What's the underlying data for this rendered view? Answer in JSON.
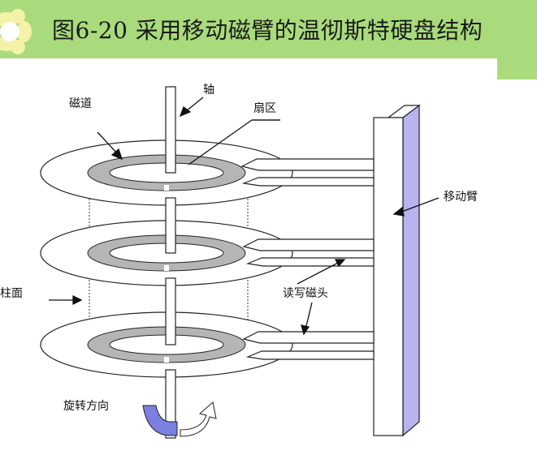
{
  "title": "图6-20 采用移动磁臂的温彻斯特硬盘结构",
  "labels": {
    "axis": "轴",
    "track": "磁道",
    "sector": "扇区",
    "arm": "移动臂",
    "cylinder": "柱面",
    "head": "读写磁头",
    "rotation": "旋转方向"
  },
  "colors": {
    "title_bg": "#a9db7c",
    "arm": "#b9b3f0",
    "track_ring": "#b5b5b5"
  }
}
